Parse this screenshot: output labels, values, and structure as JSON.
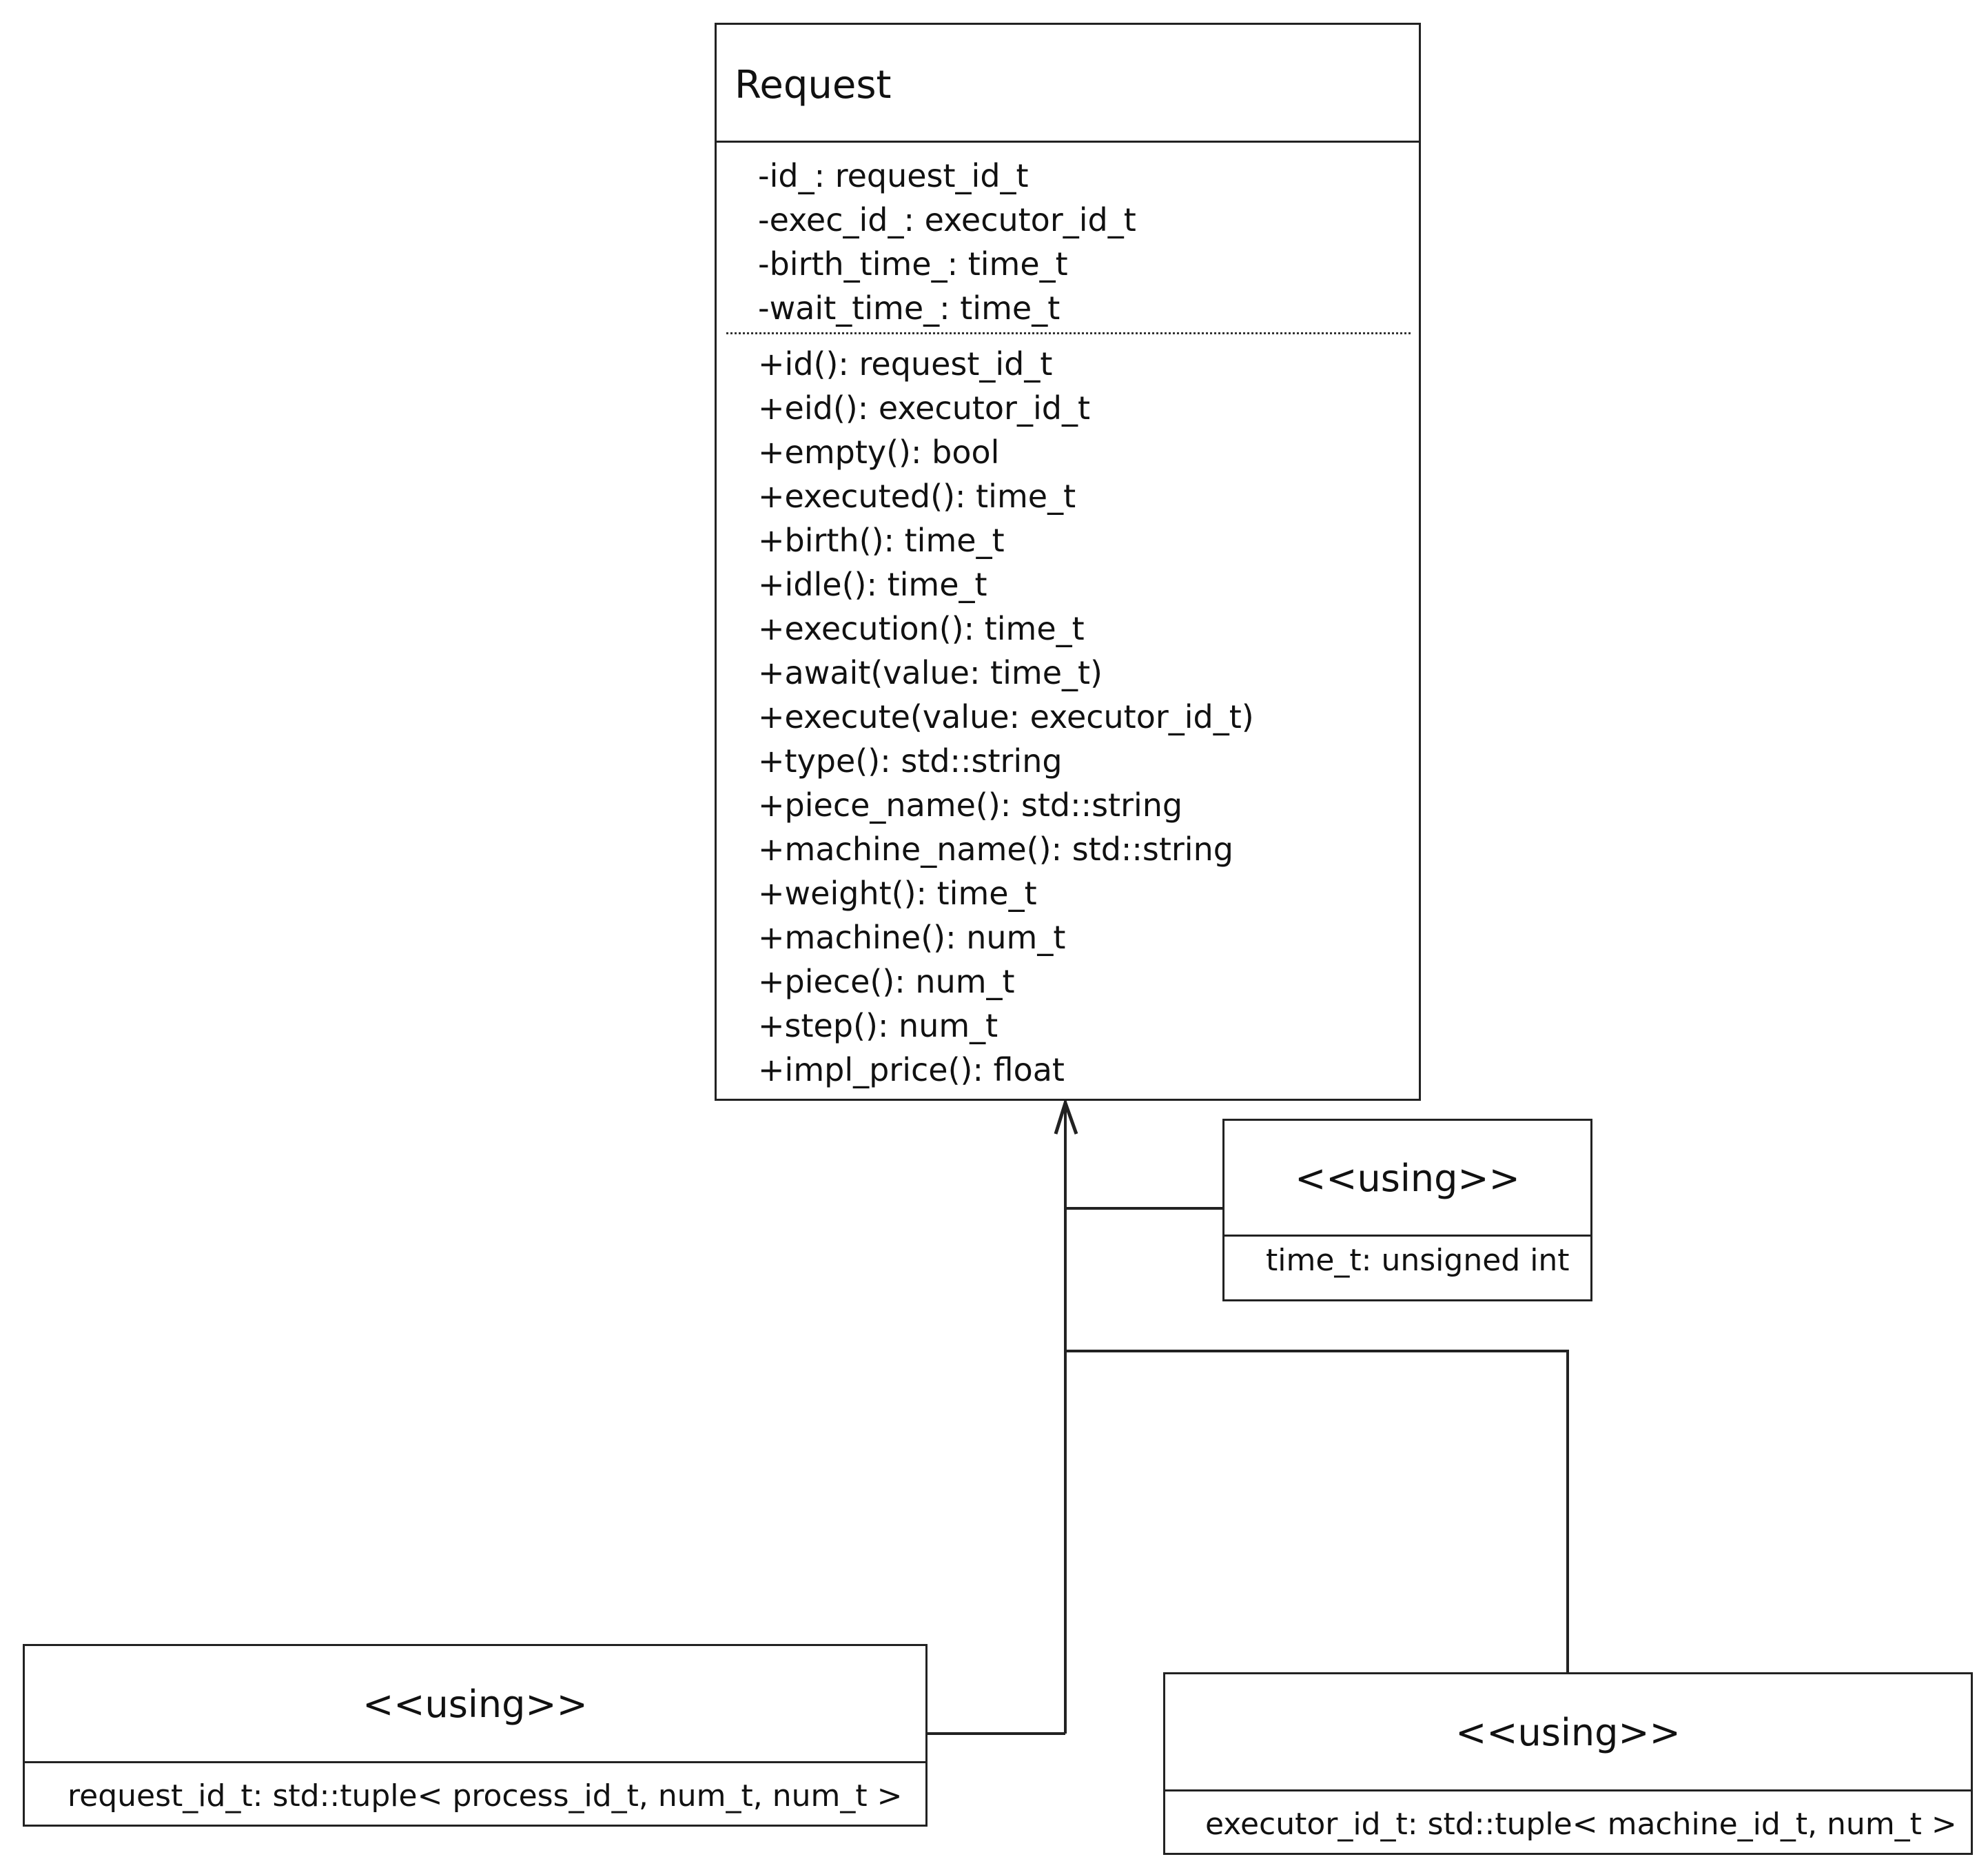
{
  "request_class": {
    "name": "Request",
    "attributes": [
      "-id_: request_id_t",
      "-exec_id_: executor_id_t",
      "-birth_time_: time_t",
      "-wait_time_: time_t"
    ],
    "methods": [
      "+id(): request_id_t",
      "+eid(): executor_id_t",
      "+empty(): bool",
      "+executed(): time_t",
      "+birth(): time_t",
      "+idle(): time_t",
      "+execution(): time_t",
      "+await(value: time_t)",
      "+execute(value: executor_id_t)",
      "+type(): std::string",
      "+piece_name(): std::string",
      "+machine_name(): std::string",
      "+weight(): time_t",
      "+machine(): num_t",
      "+piece(): num_t",
      "+step(): num_t",
      "+impl_price(): float"
    ]
  },
  "using_time": {
    "stereotype": "<<using>>",
    "definition": "time_t: unsigned int"
  },
  "using_request_id": {
    "stereotype": "<<using>>",
    "definition": "request_id_t: std::tuple< process_id_t, num_t, num_t >"
  },
  "using_executor_id": {
    "stereotype": "<<using>>",
    "definition": "executor_id_t: std::tuple< machine_id_t, num_t >"
  }
}
